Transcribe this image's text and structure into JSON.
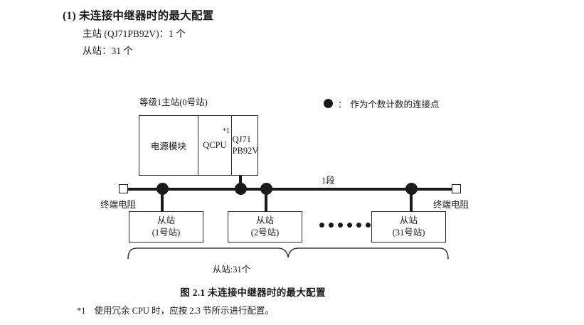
{
  "heading": {
    "number": "(1)",
    "title": "未连接中继器时的最大配置",
    "spec_master": "主站 (QJ71PB92V)：1 个",
    "spec_slave": "从站：31 个"
  },
  "legend": {
    "symbol": "filled-circle",
    "colon": "：",
    "text": "作为个数计数的连接点"
  },
  "diagram": {
    "master_label": "等级1主站(0号站)",
    "module": {
      "power_supply": "电源模块",
      "cpu": "QCPU",
      "cpu_footnote_mark": "*1",
      "network_line1": "QJ71",
      "network_line2": "PB92V"
    },
    "segment_label": "1段",
    "terminator_left": "终端电阻",
    "terminator_right": "终端电阻",
    "slaves": [
      {
        "name": "从站",
        "station": "(1号站)"
      },
      {
        "name": "从站",
        "station": "(2号站)"
      },
      {
        "name": "从站",
        "station": "(31号站)"
      }
    ],
    "ellipsis_dot_count": 6,
    "total_label": "从站:31个"
  },
  "caption": "图 2.1  未连接中继器时的最大配置",
  "footnote": {
    "mark": "*1",
    "text": "使用冗余 CPU 时，应按 2.3 节所示进行配置。"
  },
  "colors": {
    "ink": "#1a1a1a",
    "line": "#2b2b2b",
    "paper": "#ffffff"
  }
}
